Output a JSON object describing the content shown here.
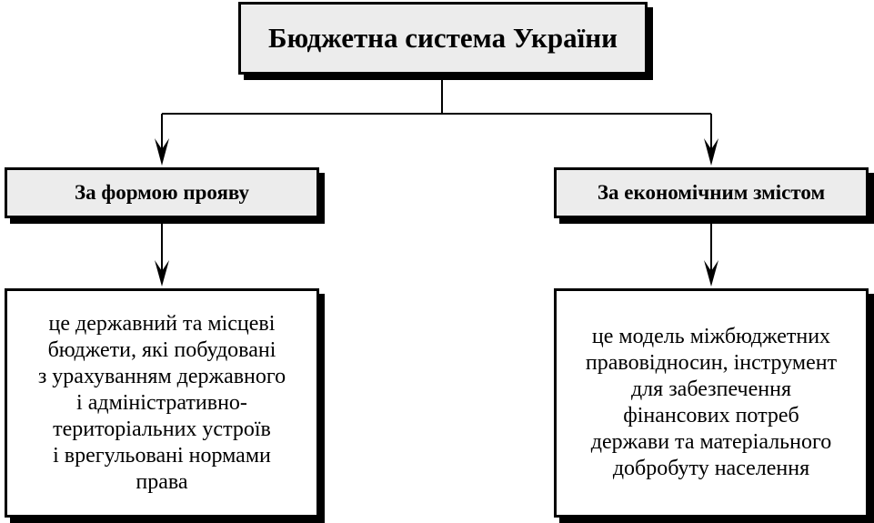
{
  "diagram": {
    "root": {
      "label": "Бюджетна система України"
    },
    "branches": [
      {
        "category": "За формою прояву",
        "description": "це державний та місцеві\nбюджети, які побудовані\nз урахуванням державного\nі адміністративно-\nтериторіальних устроїв\nі врегульовані нормами\nправа"
      },
      {
        "category": "За економічним змістом",
        "description": "це модель міжбюджетних\nправовідносин, інструмент\nдля забезпечення\nфінансових потреб\nдержави та матеріального\nдобробуту населення"
      }
    ]
  }
}
